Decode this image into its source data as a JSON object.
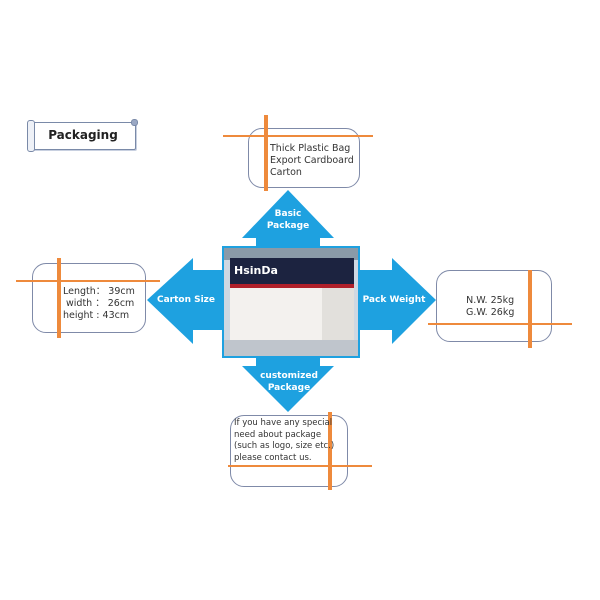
{
  "title": "Packaging",
  "center_image": {
    "description": "Photo of HsinDa branded export carton",
    "brand_text": "HsinDa"
  },
  "colors": {
    "arrow": "#1ea1e0",
    "accent_line": "#ee8a3c",
    "box_border": "#7f8aa8"
  },
  "arrows": {
    "up": {
      "label_line1": "Basic",
      "label_line2": "Package"
    },
    "left": {
      "label": "Carton Size"
    },
    "right": {
      "label": "Pack Weight"
    },
    "down": {
      "label_line1": "customized",
      "label_line2": "Package"
    }
  },
  "boxes": {
    "basic": {
      "lines": [
        "Thick Plastic Bag",
        "Export Cardboard",
        "Carton"
      ]
    },
    "size": {
      "lines": [
        "Length： 39cm",
        "width ： 26cm",
        "height :  43cm"
      ]
    },
    "weight": {
      "lines": [
        "N.W. 25kg",
        "G.W. 26kg"
      ]
    },
    "custom": {
      "lines": [
        "If you have any special",
        "need about package",
        "(such as logo, size etc.)",
        "please contact us."
      ]
    }
  }
}
